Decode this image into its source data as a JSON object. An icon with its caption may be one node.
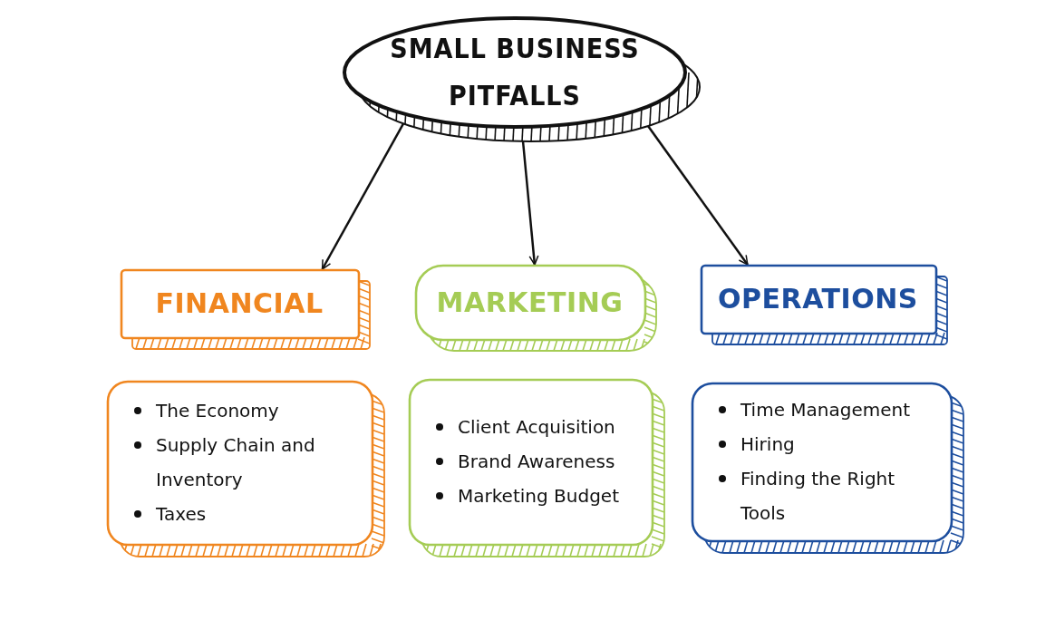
{
  "diagram": {
    "nodes": [
      {
        "text": [
          "SMALL BUSINESS PITFALLS"
        ]
      },
      {
        "text": [
          "FINANCIAL"
        ]
      },
      {
        "text": [
          "MARKETING"
        ]
      },
      {
        "text": [
          "OPERATIONS"
        ]
      },
      {
        "text": [
          "The Economy",
          "Supply Chain and Inventory",
          "Taxes"
        ]
      },
      {
        "text": [
          "Client Acquisition",
          "Brand Awareness",
          "Marketing Budget"
        ]
      },
      {
        "text": [
          "Time Management",
          "Hiring",
          "Finding the Right Tools"
        ]
      }
    ],
    "edges": [
      {
        "from": 0,
        "to": 1,
        "arrow": "to"
      },
      {
        "from": 0,
        "to": 2,
        "arrow": "to"
      },
      {
        "from": 0,
        "to": 3,
        "arrow": "to"
      }
    ]
  }
}
